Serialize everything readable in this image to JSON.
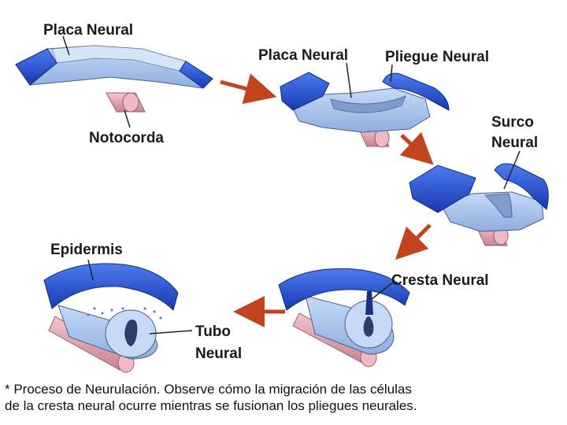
{
  "labels": {
    "placa_neural_1": "Placa Neural",
    "notocorda": "Notocorda",
    "placa_neural_2": "Placa Neural",
    "pliegue_neural": "Pliegue Neural",
    "surco_line1": "Surco",
    "surco_line2": "Neural",
    "cresta_neural": "Cresta Neural",
    "epidermis": "Epidermis",
    "tubo_line1": "Tubo",
    "tubo_line2": "Neural"
  },
  "caption": {
    "line1": "*  Proceso de Neurulación.  Observe cómo la migración de las células",
    "line2": "de la cresta neural ocurre mientras se fusionan los pliegues neurales."
  },
  "colors": {
    "ectoderm_blue": "#1f4fd0",
    "neural_light": "#a9c6ee",
    "notochord_pink": "#e3a7b4",
    "arrow": "#c2441e"
  }
}
